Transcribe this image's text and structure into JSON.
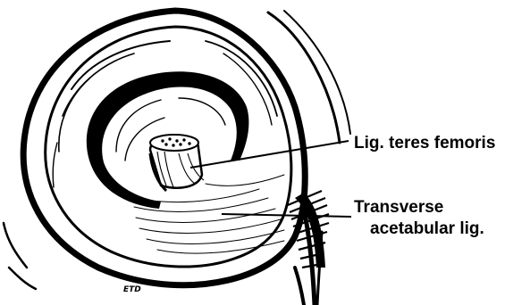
{
  "labels": {
    "ligament_teres": "Lig. teres femoris",
    "transverse_line1": "Transverse",
    "transverse_line2": "acetabular lig."
  },
  "signature": "ETD",
  "colors": {
    "ink": "#000000",
    "paper": "#ffffff"
  }
}
